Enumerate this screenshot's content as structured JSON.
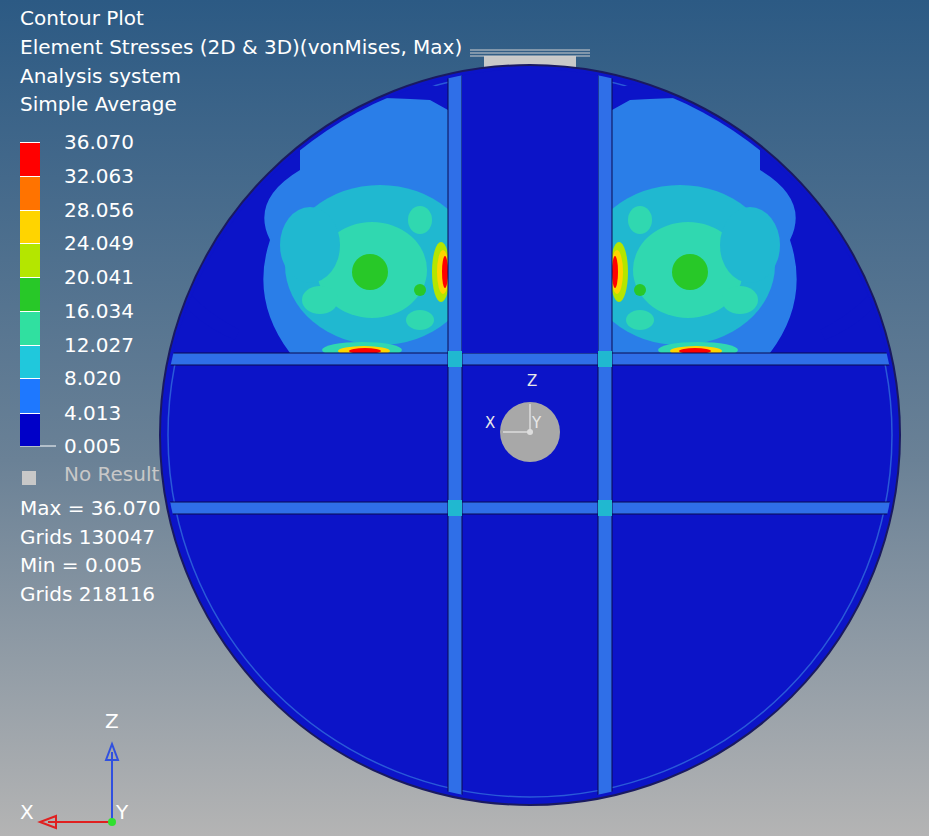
{
  "diagram": {
    "title": "Contour Plot",
    "labels": [
      "Element Stresses (2D & 3D)(vonMises, Max)",
      "Analysis system",
      "Simple Average",
      "0.005",
      "Max = 36.070",
      "Grids 130047",
      "Min = 0.005",
      "Grids 218116",
      "Z",
      "X",
      "Y",
      "Z",
      "X",
      "Y"
    ],
    "legend": [
      {
        "text": "36.070",
        "color": "#ff0000"
      },
      {
        "text": "32.063",
        "color": "#ff7300"
      },
      {
        "text": "28.056",
        "color": "#ffd400"
      },
      {
        "text": "24.049",
        "color": "#b4e600"
      },
      {
        "text": "20.041",
        "color": "#28c828"
      },
      {
        "text": "16.034",
        "color": "#30e0a0"
      },
      {
        "text": "12.027",
        "color": "#20c8dc"
      },
      {
        "text": "8.020",
        "color": "#1e78ff"
      },
      {
        "text": "4.013",
        "color": "#0000c8"
      },
      {
        "text": "No Result",
        "color": "#c8c8c8"
      }
    ]
  }
}
